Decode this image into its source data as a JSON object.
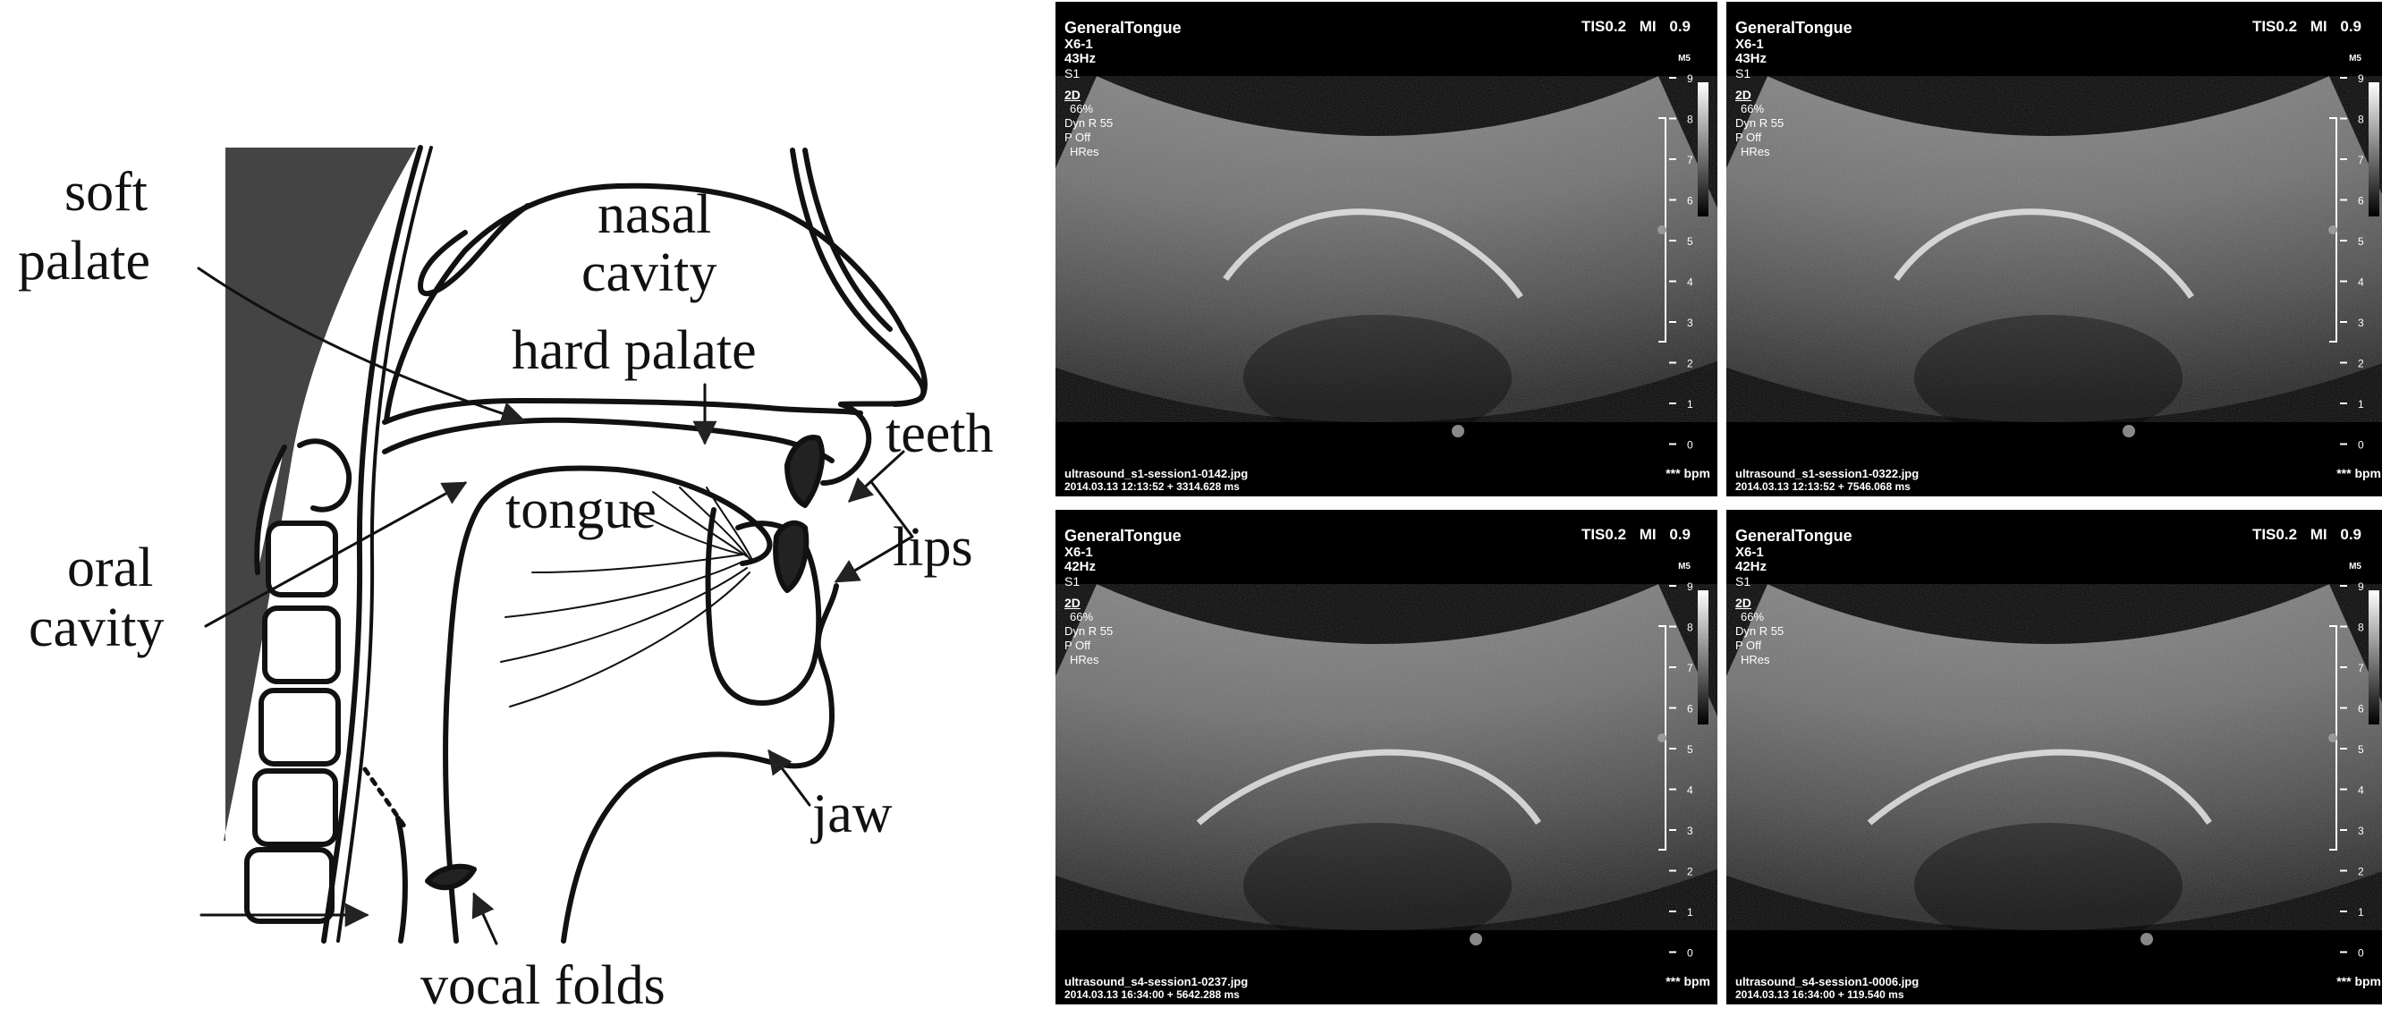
{
  "diagram": {
    "labels": {
      "soft_palate_line1": "soft",
      "soft_palate_line2": "palate",
      "nasal_cavity_line1": "nasal",
      "nasal_cavity_line2": "cavity",
      "hard_palate": "hard palate",
      "teeth": "teeth",
      "tongue": "tongue",
      "lips": "lips",
      "oral_cavity_line1": "oral",
      "oral_cavity_line2": "cavity",
      "jaw": "jaw",
      "vocal_folds": "vocal folds"
    }
  },
  "ultrasound_panels": [
    {
      "app": "GeneralTongue",
      "probe": "X6-1",
      "frame_rate": "43Hz",
      "s": "S1",
      "mode": "2D",
      "gain": "66%",
      "dyn_range": "Dyn R 55",
      "power": "P Off",
      "res": "HRes",
      "tis_mi": "TIS0.2 MI 0.9",
      "map": "M5",
      "depth_ticks": [
        "9",
        "8",
        "7",
        "6",
        "5",
        "4",
        "3",
        "2",
        "1",
        "0"
      ],
      "filename": "ultrasound_s1-session1-0142.jpg",
      "timestamp": "2014.03.13 12:13:52 + 3314.628 ms",
      "bpm": "*** bpm"
    },
    {
      "app": "GeneralTongue",
      "probe": "X6-1",
      "frame_rate": "43Hz",
      "s": "S1",
      "mode": "2D",
      "gain": "66%",
      "dyn_range": "Dyn R 55",
      "power": "P Off",
      "res": "HRes",
      "tis_mi": "TIS0.2 MI 0.9",
      "map": "M5",
      "depth_ticks": [
        "9",
        "8",
        "7",
        "6",
        "5",
        "4",
        "3",
        "2",
        "1",
        "0"
      ],
      "filename": "ultrasound_s1-session1-0322.jpg",
      "timestamp": "2014.03.13 12:13:52 + 7546.068 ms",
      "bpm": "*** bpm"
    },
    {
      "app": "GeneralTongue",
      "probe": "X6-1",
      "frame_rate": "42Hz",
      "s": "S1",
      "mode": "2D",
      "gain": "66%",
      "dyn_range": "Dyn R 55",
      "power": "P Off",
      "res": "HRes",
      "tis_mi": "TIS0.2 MI 0.9",
      "map": "M5",
      "depth_ticks": [
        "9",
        "8",
        "7",
        "6",
        "5",
        "4",
        "3",
        "2",
        "1",
        "0"
      ],
      "filename": "ultrasound_s4-session1-0237.jpg",
      "timestamp": "2014.03.13 16:34:00 + 5642.288 ms",
      "bpm": "*** bpm"
    },
    {
      "app": "GeneralTongue",
      "probe": "X6-1",
      "frame_rate": "42Hz",
      "s": "S1",
      "mode": "2D",
      "gain": "66%",
      "dyn_range": "Dyn R 55",
      "power": "P Off",
      "res": "HRes",
      "tis_mi": "TIS0.2 MI 0.9",
      "map": "M5",
      "depth_ticks": [
        "9",
        "8",
        "7",
        "6",
        "5",
        "4",
        "3",
        "2",
        "1",
        "0"
      ],
      "filename": "ultrasound_s4-session1-0006.jpg",
      "timestamp": "2014.03.13 16:34:00 + 119.540 ms",
      "bpm": "*** bpm"
    }
  ]
}
